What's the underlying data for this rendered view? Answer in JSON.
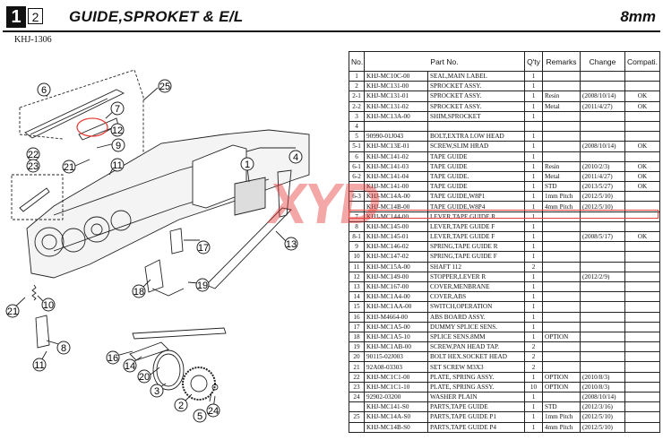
{
  "header": {
    "page_active": "1",
    "page_other": "2",
    "title": "GUIDE,SPROKET & E/L",
    "size": "8mm",
    "model_code": "KHJ-1306"
  },
  "watermark": "XYD",
  "callouts": [
    "25",
    "6",
    "7",
    "12",
    "9",
    "22",
    "23",
    "21",
    "11",
    "1",
    "4",
    "17",
    "13",
    "18",
    "19",
    "10",
    "21",
    "8",
    "11",
    "16",
    "14",
    "20",
    "3",
    "2",
    "5",
    "24"
  ],
  "table": {
    "headers": [
      "No.",
      "Part No.",
      "Q'ty",
      "Remarks",
      "Change",
      "Compati."
    ],
    "rows": [
      {
        "no": "1",
        "part": "KHJ-MC10C-00",
        "name": "SEAL,MAIN LABEL",
        "qty": "1",
        "remarks": "",
        "change": "",
        "compat": ""
      },
      {
        "no": "2",
        "part": "KHJ-MC131-00",
        "name": "SPROCKET ASSY.",
        "qty": "1",
        "remarks": "",
        "change": "",
        "compat": ""
      },
      {
        "no": "2-1",
        "part": "KHJ-MC131-01",
        "name": "SPROCKET ASSY.",
        "qty": "1",
        "remarks": "Resin",
        "change": "(2008/10/14)",
        "compat": "OK"
      },
      {
        "no": "2-2",
        "part": "KHJ-MC131-02",
        "name": "SPROCKET ASSY.",
        "qty": "1",
        "remarks": "Metal",
        "change": "(2011/4/27)",
        "compat": "OK"
      },
      {
        "no": "3",
        "part": "KHJ-MC13A-00",
        "name": "SHIM,SPROCKET",
        "qty": "1",
        "remarks": "",
        "change": "",
        "compat": ""
      },
      {
        "no": "4",
        "part": "",
        "name": "",
        "qty": "",
        "remarks": "",
        "change": "",
        "compat": ""
      },
      {
        "no": "5",
        "part": "90990-01J043",
        "name": "BOLT,EXTRA LOW HEAD",
        "qty": "1",
        "remarks": "",
        "change": "",
        "compat": ""
      },
      {
        "no": "5-1",
        "part": "KHJ-MC13E-01",
        "name": "SCREW,SLIM HRAD",
        "qty": "1",
        "remarks": "",
        "change": "(2008/10/14)",
        "compat": "OK"
      },
      {
        "no": "6",
        "part": "KHJ-MC141-02",
        "name": "TAPE GUIDE",
        "qty": "1",
        "remarks": "",
        "change": "",
        "compat": ""
      },
      {
        "no": "6-1",
        "part": "KHJ-MC141-03",
        "name": "TAPE GUIDE",
        "qty": "1",
        "remarks": "Resin",
        "change": "(2010/2/3)",
        "compat": "OK"
      },
      {
        "no": "6-2",
        "part": "KHJ-MC141-04",
        "name": "TAPE GUIDE.",
        "qty": "1",
        "remarks": "Metal",
        "change": "(2011/4/27)",
        "compat": "OK"
      },
      {
        "no": "",
        "part": "KHJ-MC141-00",
        "name": "TAPE GUIDE",
        "qty": "1",
        "remarks": "STD",
        "change": "(2013/5/27)",
        "compat": "OK"
      },
      {
        "no": "6-3",
        "part": "KHJ-MC14A-00",
        "name": "TAPE GUIDE,W8P1",
        "qty": "1",
        "remarks": "1mm Pitch",
        "change": "(2012/5/10)",
        "compat": ""
      },
      {
        "no": "",
        "part": "KHJ-MC14B-00",
        "name": "TAPE GUIDE,W8P4",
        "qty": "1",
        "remarks": "4mm Pitch",
        "change": "(2012/5/10)",
        "compat": ""
      },
      {
        "no": "7",
        "part": "KHJ-MC144-00",
        "name": "LEVER,TAPE GUIDE R",
        "qty": "1",
        "remarks": "",
        "change": "",
        "compat": ""
      },
      {
        "no": "8",
        "part": "KHJ-MC145-00",
        "name": "LEVER,TAPE GUIDE F",
        "qty": "1",
        "remarks": "",
        "change": "",
        "compat": ""
      },
      {
        "no": "8-1",
        "part": "KHJ-MC145-01",
        "name": "LEVER,TAPE GUIDE F",
        "qty": "1",
        "remarks": "",
        "change": "(2008/5/17)",
        "compat": "OK"
      },
      {
        "no": "9",
        "part": "KHJ-MC146-02",
        "name": "SPRING,TAPE GUIDE R",
        "qty": "1",
        "remarks": "",
        "change": "",
        "compat": ""
      },
      {
        "no": "10",
        "part": "KHJ-MC147-02",
        "name": "SPRING,TAPE GUIDE F",
        "qty": "1",
        "remarks": "",
        "change": "",
        "compat": ""
      },
      {
        "no": "11",
        "part": "KHJ-MC15A-00",
        "name": "SHAFT 112",
        "qty": "2",
        "remarks": "",
        "change": "",
        "compat": ""
      },
      {
        "no": "12",
        "part": "KHJ-MC149-00",
        "name": "STOPPER,LEVER R",
        "qty": "1",
        "remarks": "",
        "change": "(2012/2/9)",
        "compat": ""
      },
      {
        "no": "13",
        "part": "KHJ-MC167-00",
        "name": "COVER,MENBRANE",
        "qty": "1",
        "remarks": "",
        "change": "",
        "compat": ""
      },
      {
        "no": "14",
        "part": "KHJ-MC1A4-00",
        "name": "COVER,ABS",
        "qty": "1",
        "remarks": "",
        "change": "",
        "compat": ""
      },
      {
        "no": "15",
        "part": "KHJ-MC1AA-00",
        "name": "SWITCH,OPERATION",
        "qty": "1",
        "remarks": "",
        "change": "",
        "compat": ""
      },
      {
        "no": "16",
        "part": "KHJ-M4664-00",
        "name": "ABS BOARD ASSY.",
        "qty": "1",
        "remarks": "",
        "change": "",
        "compat": ""
      },
      {
        "no": "17",
        "part": "KHJ-MC1A5-00",
        "name": "DUMMY SPLICE SENS.",
        "qty": "1",
        "remarks": "",
        "change": "",
        "compat": ""
      },
      {
        "no": "18",
        "part": "KHJ-MC1A5-10",
        "name": "SPLICE SENS.8MM",
        "qty": "1",
        "remarks": "OPTION",
        "change": "",
        "compat": ""
      },
      {
        "no": "19",
        "part": "KHJ-MC1AB-00",
        "name": "SCREW,PAN HEAD TAP.",
        "qty": "2",
        "remarks": "",
        "change": "",
        "compat": ""
      },
      {
        "no": "20",
        "part": "90115-02J003",
        "name": "BOLT HEX.SOCKET HEAD",
        "qty": "2",
        "remarks": "",
        "change": "",
        "compat": ""
      },
      {
        "no": "21",
        "part": "92A08-03303",
        "name": "SET SCREW  M3X3",
        "qty": "2",
        "remarks": "",
        "change": "",
        "compat": ""
      },
      {
        "no": "22",
        "part": "KHJ-MC1C1-00",
        "name": "PLATE, SPRING ASSY.",
        "qty": "1",
        "remarks": "OPTION",
        "change": "(2010/8/3)",
        "compat": ""
      },
      {
        "no": "23",
        "part": "KHJ-MC1C1-10",
        "name": "PLATE, SPRING ASSY.",
        "qty": "10",
        "remarks": "OPTION",
        "change": "(2010/8/3)",
        "compat": ""
      },
      {
        "no": "24",
        "part": "92902-03200",
        "name": "WASHER PLAIN",
        "qty": "1",
        "remarks": "",
        "change": "(2008/10/14)",
        "compat": ""
      },
      {
        "no": "",
        "part": "KHJ-MC141-S0",
        "name": "PARTS,TAPE GUIDE",
        "qty": "1",
        "remarks": "STD",
        "change": "(2012/3/16)",
        "compat": ""
      },
      {
        "no": "25",
        "part": "KHJ-MC14A-S0",
        "name": "PARTS,TAPE GUIDE P1",
        "qty": "1",
        "remarks": "1mm Pitch",
        "change": "(2012/5/10)",
        "compat": ""
      },
      {
        "no": "",
        "part": "KHJ-MC14B-S0",
        "name": "PARTS,TAPE GUIDE P4",
        "qty": "1",
        "remarks": "4mm Pitch",
        "change": "(2012/5/10)",
        "compat": ""
      }
    ]
  }
}
